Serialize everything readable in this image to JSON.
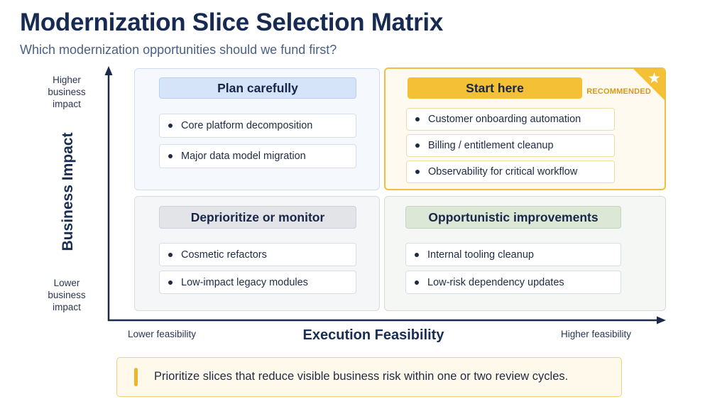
{
  "header": {
    "title": "Modernization Slice Selection Matrix",
    "subtitle": "Which modernization opportunities should we fund first?"
  },
  "axes": {
    "y_title": "Business Impact",
    "y_high": "Higher business impact",
    "y_low": "Lower business impact",
    "x_title": "Execution Feasibility",
    "x_low": "Lower feasibility",
    "x_high": "Higher feasibility"
  },
  "quadrants": {
    "top_left": {
      "heading": "Plan carefully",
      "items": [
        "Core platform decomposition",
        "Major data model migration"
      ]
    },
    "top_right": {
      "heading": "Start here",
      "badge": "RECOMMENDED",
      "badge_icon": "star-icon",
      "items": [
        "Customer onboarding automation",
        "Billing / entitlement cleanup",
        "Observability for critical workflow"
      ]
    },
    "bottom_left": {
      "heading": "Deprioritize or monitor",
      "items": [
        "Cosmetic refactors",
        "Low-impact legacy modules"
      ]
    },
    "bottom_right": {
      "heading": "Opportunistic improvements",
      "items": [
        "Internal tooling cleanup",
        "Low-risk dependency updates"
      ]
    }
  },
  "note": {
    "text": "Prioritize slices that reduce visible business risk within one or two review cycles."
  },
  "colors": {
    "title": "#162a52",
    "accent_gold": "#f4c136",
    "plan_blue": "#d5e4f8",
    "monitor_gray": "#e2e4e8",
    "opportunistic_green": "#dde7d6"
  }
}
